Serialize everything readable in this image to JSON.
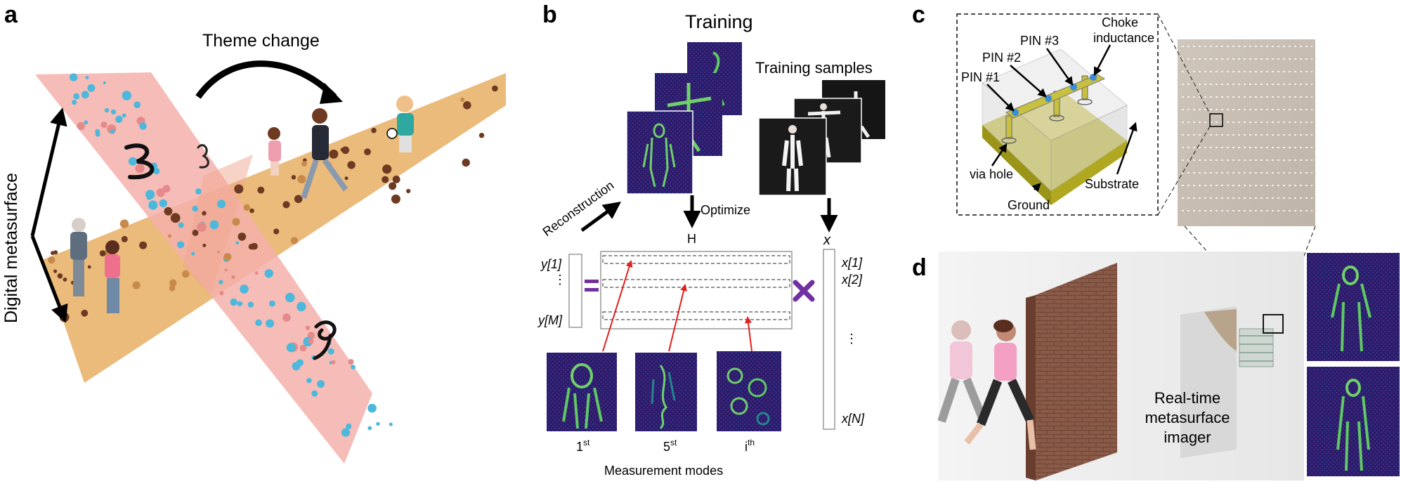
{
  "panel_a": {
    "letter": "a",
    "theme_change": "Theme change",
    "digital_metasurface": "Digital metasurface"
  },
  "panel_b": {
    "letter": "b",
    "training": "Training",
    "training_samples": "Training samples",
    "reconstruction": "Reconstruction",
    "optimize": "Optimize",
    "matrix_h": "H",
    "vector_x": "x",
    "y_labels": [
      "y[1]",
      "⋮",
      "y[M]"
    ],
    "x_labels": [
      "x[1]",
      "x[2]",
      "⋮",
      "x[N]"
    ],
    "equals": "=",
    "times": "✖",
    "modes": [
      {
        "base": "1",
        "sup": "st"
      },
      {
        "base": "5",
        "sup": "st"
      },
      {
        "base": "i",
        "sup": "th"
      }
    ],
    "measurement_modes": "Measurement modes"
  },
  "panel_c": {
    "letter": "c",
    "pin1": "PIN #1",
    "pin2": "PIN #2",
    "pin3": "PIN #3",
    "choke_line1": "Choke",
    "choke_line2": "inductance",
    "via_hole": "via hole",
    "substrate": "Substrate",
    "ground": "Ground"
  },
  "panel_d": {
    "letter": "d",
    "imager_line1": "Real-time",
    "imager_line2": "metasurface",
    "imager_line3": "imager"
  },
  "colors": {
    "pink_plane": "#f4b0ac",
    "orange_plane": "#e8b46c",
    "particle_blue": "#4cb8dc",
    "particle_brown": "#6e3a22",
    "viridis_dark": "#3b0f6e",
    "viridis_green": "#5ec962",
    "purple_symbol": "#7030a0",
    "red_arrow": "#e0201c",
    "substrate_yellow": "#b8b020",
    "brick": "#8a5a48"
  }
}
